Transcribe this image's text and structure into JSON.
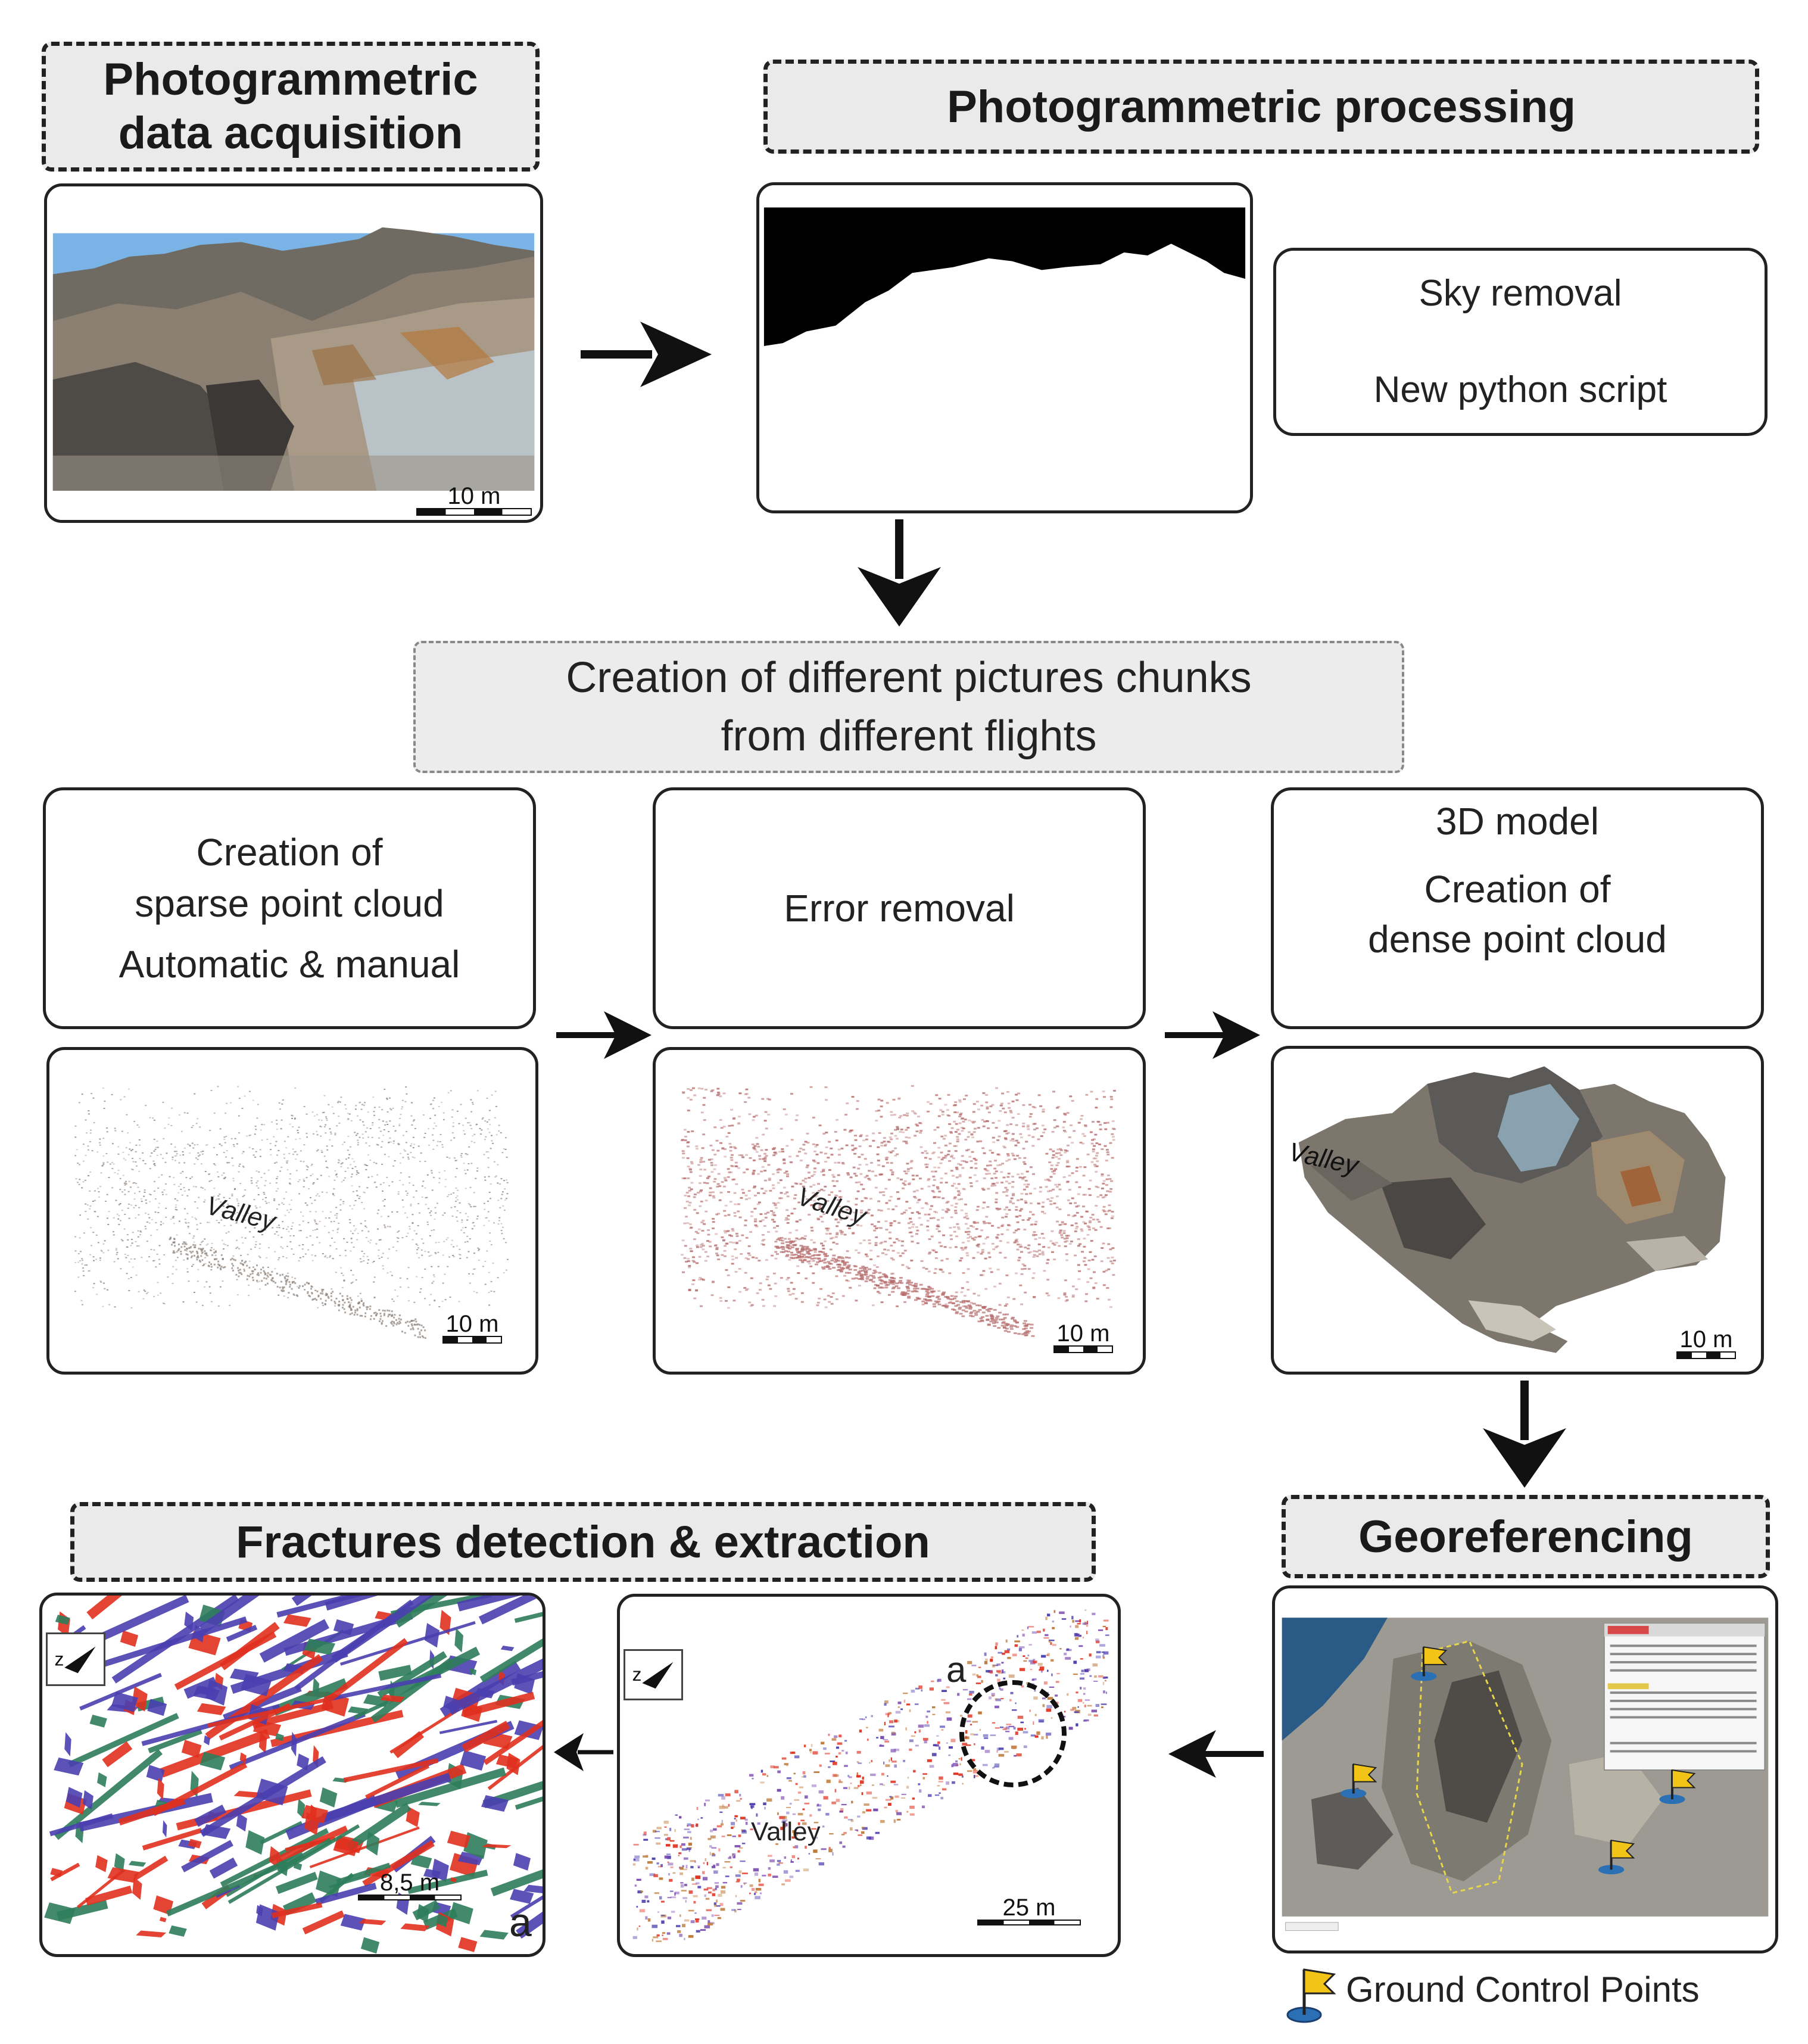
{
  "headers": {
    "acquisition": [
      "Photogrammetric",
      "data acquisition"
    ],
    "processing": "Photogrammetric processing",
    "fractures": "Fractures detection & extraction",
    "georeferencing": "Georeferencing"
  },
  "chunks": [
    "Creation of different pictures chunks",
    "from different flights"
  ],
  "sky_box": {
    "line1": "Sky removal",
    "line2": "New python script"
  },
  "sparse_box": {
    "line1": "Creation of",
    "line2": "sparse point cloud",
    "line3": "Automatic & manual"
  },
  "error_box": {
    "line1": "Error removal"
  },
  "dense_box": {
    "line1": "3D model",
    "line2": "Creation of",
    "line3": "dense point cloud"
  },
  "labels": {
    "valley": "Valley",
    "scale_10m": "10 m",
    "scale_85m": "8,5 m",
    "scale_25m": "25 m",
    "panel_a": "a",
    "gcp_legend": "Ground Control Points"
  },
  "colors": {
    "sky": "#7ab4e6",
    "fracture_red": "#e0301e",
    "fracture_green": "#2e7d5b",
    "fracture_blue": "#4a3fb0",
    "sparse_point": "#8a7f78",
    "filtered_point": "#b56b6b",
    "gcp_flag": "#f2c418",
    "gcp_base": "#2b6fb5"
  }
}
